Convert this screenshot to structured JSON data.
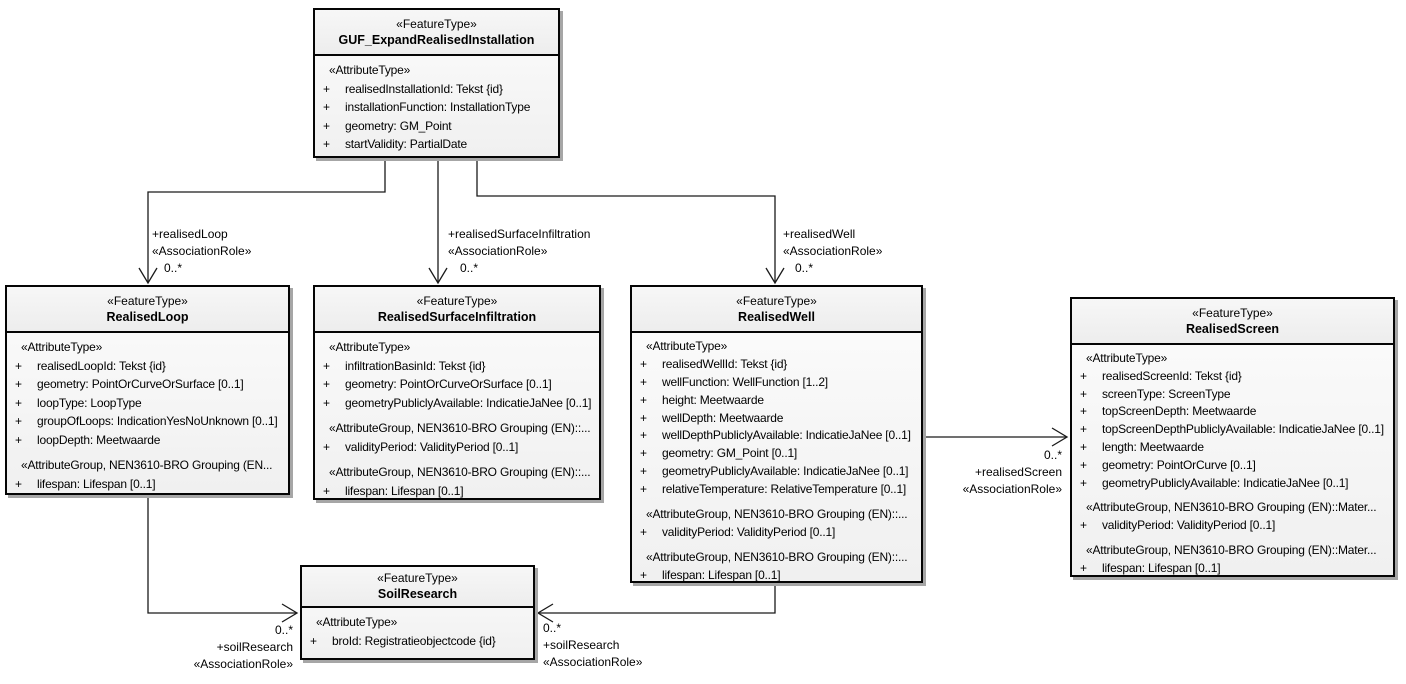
{
  "theme": {
    "background": "#ffffff",
    "box_border": "#050505",
    "box_fill_top": "#fcfcfc",
    "box_fill_bottom": "#f0f0f0",
    "shadow": "#a6a6a6",
    "line_color": "#1a1a1a",
    "text_color": "#000000"
  },
  "classes": [
    {
      "id": "guf",
      "stereotype": "«FeatureType»",
      "name": "GUF_ExpandRealisedInstallation",
      "rows": [
        {
          "kind": "header",
          "text": "«AttributeType»"
        },
        {
          "kind": "attr",
          "vis": "+",
          "text": "realisedInstallationId: Tekst {id}"
        },
        {
          "kind": "attr",
          "vis": "+",
          "text": "installationFunction: InstallationType"
        },
        {
          "kind": "attr",
          "vis": "+",
          "text": "geometry: GM_Point"
        },
        {
          "kind": "attr",
          "vis": "+",
          "text": "startValidity: PartialDate"
        }
      ]
    },
    {
      "id": "realised-loop",
      "stereotype": "«FeatureType»",
      "name": "RealisedLoop",
      "rows": [
        {
          "kind": "header",
          "text": "«AttributeType»"
        },
        {
          "kind": "attr",
          "vis": "+",
          "text": "realisedLoopId: Tekst {id}"
        },
        {
          "kind": "attr",
          "vis": "+",
          "text": "geometry: PointOrCurveOrSurface [0..1]"
        },
        {
          "kind": "attr",
          "vis": "+",
          "text": "loopType: LoopType"
        },
        {
          "kind": "attr",
          "vis": "+",
          "text": "groupOfLoops: IndicationYesNoUnknown [0..1]"
        },
        {
          "kind": "attr",
          "vis": "+",
          "text": "loopDepth: Meetwaarde"
        },
        {
          "kind": "header",
          "gap": true,
          "text": "«AttributeGroup, NEN3610-BRO Grouping (EN..."
        },
        {
          "kind": "attr",
          "vis": "+",
          "text": "lifespan: Lifespan [0..1]"
        }
      ]
    },
    {
      "id": "realised-surface-infiltration",
      "stereotype": "«FeatureType»",
      "name": "RealisedSurfaceInfiltration",
      "rows": [
        {
          "kind": "header",
          "text": "«AttributeType»"
        },
        {
          "kind": "attr",
          "vis": "+",
          "text": "infiltrationBasinId: Tekst {id}"
        },
        {
          "kind": "attr",
          "vis": "+",
          "text": "geometry: PointOrCurveOrSurface [0..1]"
        },
        {
          "kind": "attr",
          "vis": "+",
          "text": "geometryPubliclyAvailable: IndicatieJaNee [0..1]"
        },
        {
          "kind": "header",
          "gap": true,
          "text": "«AttributeGroup, NEN3610-BRO Grouping (EN)::..."
        },
        {
          "kind": "attr",
          "vis": "+",
          "text": "validityPeriod: ValidityPeriod [0..1]"
        },
        {
          "kind": "header",
          "gap": true,
          "text": "«AttributeGroup, NEN3610-BRO Grouping (EN)::..."
        },
        {
          "kind": "attr",
          "vis": "+",
          "text": "lifespan: Lifespan [0..1]"
        }
      ]
    },
    {
      "id": "realised-well",
      "stereotype": "«FeatureType»",
      "name": "RealisedWell",
      "rows": [
        {
          "kind": "header",
          "text": "«AttributeType»"
        },
        {
          "kind": "attr",
          "vis": "+",
          "text": "realisedWellId: Tekst {id}"
        },
        {
          "kind": "attr",
          "vis": "+",
          "text": "wellFunction: WellFunction [1..2]"
        },
        {
          "kind": "attr",
          "vis": "+",
          "text": "height: Meetwaarde"
        },
        {
          "kind": "attr",
          "vis": "+",
          "text": "wellDepth: Meetwaarde"
        },
        {
          "kind": "attr",
          "vis": "+",
          "text": "wellDepthPubliclyAvailable: IndicatieJaNee [0..1]"
        },
        {
          "kind": "attr",
          "vis": "+",
          "text": "geometry: GM_Point [0..1]"
        },
        {
          "kind": "attr",
          "vis": "+",
          "text": "geometryPubliclyAvailable: IndicatieJaNee [0..1]"
        },
        {
          "kind": "attr",
          "vis": "+",
          "text": "relativeTemperature: RelativeTemperature [0..1]"
        },
        {
          "kind": "header",
          "gap": true,
          "text": "«AttributeGroup, NEN3610-BRO Grouping (EN)::..."
        },
        {
          "kind": "attr",
          "vis": "+",
          "text": "validityPeriod: ValidityPeriod [0..1]"
        },
        {
          "kind": "header",
          "gap": true,
          "text": "«AttributeGroup, NEN3610-BRO Grouping (EN)::..."
        },
        {
          "kind": "attr",
          "vis": "+",
          "text": "lifespan: Lifespan [0..1]"
        }
      ]
    },
    {
      "id": "realised-screen",
      "stereotype": "«FeatureType»",
      "name": "RealisedScreen",
      "rows": [
        {
          "kind": "header",
          "text": "«AttributeType»"
        },
        {
          "kind": "attr",
          "vis": "+",
          "text": "realisedScreenId: Tekst {id}"
        },
        {
          "kind": "attr",
          "vis": "+",
          "text": "screenType: ScreenType"
        },
        {
          "kind": "attr",
          "vis": "+",
          "text": "topScreenDepth: Meetwaarde"
        },
        {
          "kind": "attr",
          "vis": "+",
          "text": "topScreenDepthPubliclyAvailable: IndicatieJaNee [0..1]"
        },
        {
          "kind": "attr",
          "vis": "+",
          "text": "length: Meetwaarde"
        },
        {
          "kind": "attr",
          "vis": "+",
          "text": "geometry: PointOrCurve [0..1]"
        },
        {
          "kind": "attr",
          "vis": "+",
          "text": "geometryPubliclyAvailable: IndicatieJaNee [0..1]"
        },
        {
          "kind": "header",
          "gap": true,
          "text": "«AttributeGroup, NEN3610-BRO Grouping (EN)::Mater..."
        },
        {
          "kind": "attr",
          "vis": "+",
          "text": "validityPeriod: ValidityPeriod [0..1]"
        },
        {
          "kind": "header",
          "gap": true,
          "text": "«AttributeGroup, NEN3610-BRO Grouping (EN)::Mater..."
        },
        {
          "kind": "attr",
          "vis": "+",
          "text": "lifespan: Lifespan [0..1]"
        }
      ]
    },
    {
      "id": "soil-research",
      "stereotype": "«FeatureType»",
      "name": "SoilResearch",
      "rows": [
        {
          "kind": "header",
          "text": "«AttributeType»"
        },
        {
          "kind": "attr",
          "vis": "+",
          "text": "broId: Registratieobjectcode {id}"
        }
      ]
    }
  ],
  "associations": [
    {
      "role": "+realisedLoop",
      "stereotype": "«AssociationRole»",
      "multiplicity": "0..*"
    },
    {
      "role": "+realisedSurfaceInfiltration",
      "stereotype": "«AssociationRole»",
      "multiplicity": "0..*"
    },
    {
      "role": "+realisedWell",
      "stereotype": "«AssociationRole»",
      "multiplicity": "0..*"
    },
    {
      "role": "+realisedScreen",
      "stereotype": "«AssociationRole»",
      "multiplicity": "0..*"
    },
    {
      "role": "+soilResearch",
      "stereotype": "«AssociationRole»",
      "multiplicity": "0..*"
    },
    {
      "role": "+soilResearch",
      "stereotype": "«AssociationRole»",
      "multiplicity": "0..*"
    }
  ]
}
